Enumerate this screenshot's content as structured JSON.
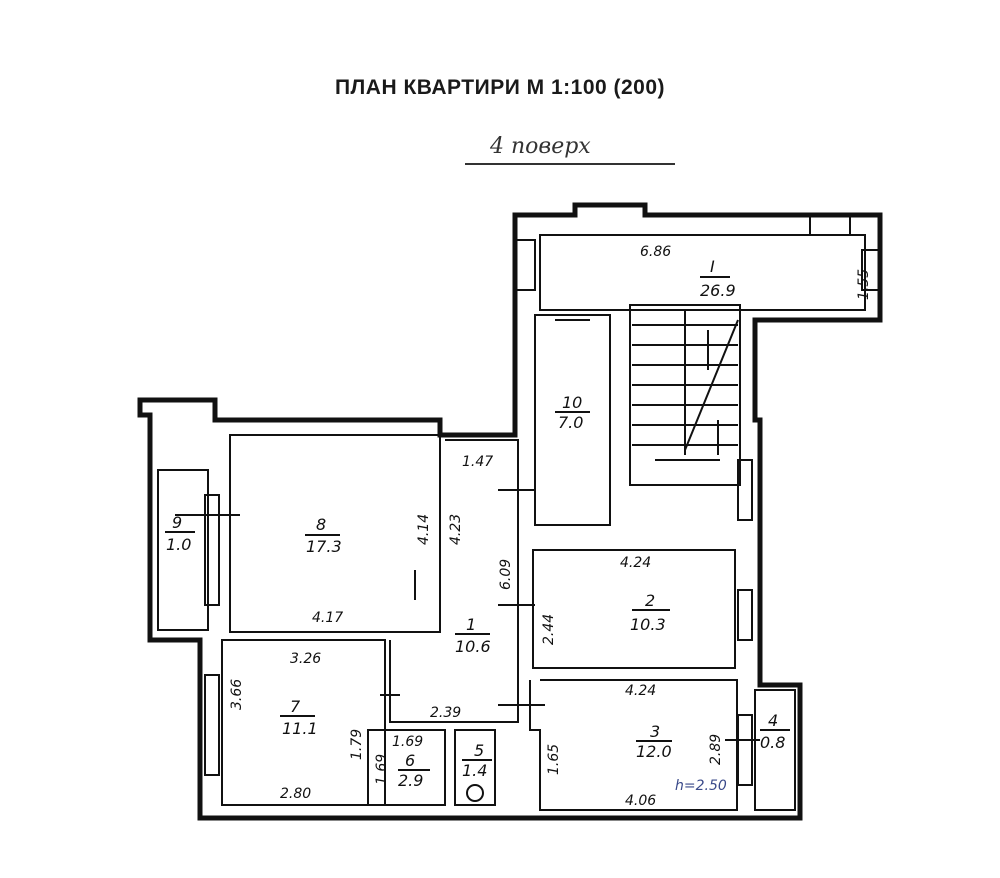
{
  "title": "ПЛАН КВАРТИРИ М 1:100 (200)",
  "floor_note": "4 поверх",
  "ceiling_height": "h=2.50",
  "rooms": [
    {
      "id": "I",
      "area": "26.9",
      "dims": [
        "6.86",
        "1.55"
      ]
    },
    {
      "id": "1",
      "area": "10.6",
      "dims": [
        "1.47",
        "6.09",
        "2.39"
      ]
    },
    {
      "id": "2",
      "area": "10.3",
      "dims": [
        "4.24",
        "2.44"
      ]
    },
    {
      "id": "3",
      "area": "12.0",
      "dims": [
        "4.24",
        "4.06",
        "1.65",
        "2.89"
      ]
    },
    {
      "id": "4",
      "area": "0.8",
      "dims": []
    },
    {
      "id": "5",
      "area": "1.4",
      "dims": []
    },
    {
      "id": "6",
      "area": "2.9",
      "dims": [
        "1.69",
        "1.69"
      ]
    },
    {
      "id": "7",
      "area": "11.1",
      "dims": [
        "3.26",
        "3.66",
        "2.80",
        "1.79"
      ]
    },
    {
      "id": "8",
      "area": "17.3",
      "dims": [
        "4.14",
        "4.23",
        "4.17"
      ]
    },
    {
      "id": "9",
      "area": "1.0",
      "dims": []
    },
    {
      "id": "10",
      "area": "7.0",
      "dims": []
    }
  ]
}
